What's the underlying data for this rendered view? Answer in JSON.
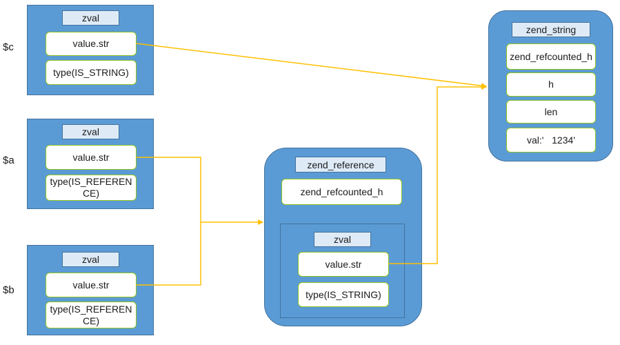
{
  "variables": {
    "c": "$c",
    "a": "$a",
    "b": "$b"
  },
  "zval_c": {
    "title": "zval",
    "value": "value.str",
    "type": "type(IS_STRING)"
  },
  "zval_a": {
    "title": "zval",
    "value": "value.str",
    "type": "type(IS_REFERENCE)"
  },
  "zval_b": {
    "title": "zval",
    "value": "value.str",
    "type": "type(IS_REFERENCE)"
  },
  "zend_reference": {
    "title": "zend_reference",
    "refcounted": "zend_refcounted_h",
    "zval": {
      "title": "zval",
      "value": "value.str",
      "type": "type(IS_STRING)"
    }
  },
  "zend_string": {
    "title": "zend_string",
    "refcounted": "zend_refcounted_h",
    "h": "h",
    "len": "len",
    "val": "val:'   1234'"
  },
  "colors": {
    "panel": "#5b9bd5",
    "panel_border": "#41719c",
    "field_border": "#8fc31f",
    "arrow": "#ffc000"
  }
}
